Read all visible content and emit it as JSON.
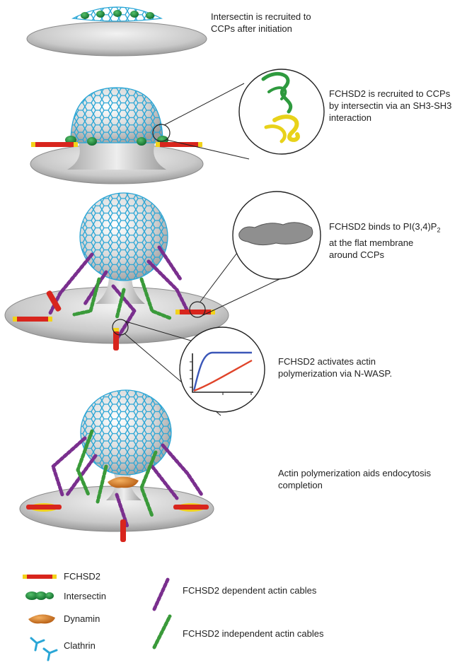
{
  "steps": [
    {
      "caption": [
        "Intersectin is recruited to",
        "CCPs after initiation"
      ]
    },
    {
      "caption": [
        "FCHSD2 is recruited to CCPs",
        "by intersectin via an SH3-SH3",
        "interaction"
      ]
    },
    {
      "caption": [
        "FCHSD2 binds to PI(3,4)P",
        "at the flat membrane",
        "around CCPs"
      ],
      "subscript": "2"
    },
    {
      "caption": [
        "FCHSD2 activates actin",
        "polymerization via N-WASP."
      ]
    },
    {
      "caption": [
        "Actin polymerization aids endocytosis",
        "completion"
      ]
    }
  ],
  "legend": {
    "fchsd2": "FCHSD2",
    "intersectin": "Intersectin",
    "dynamin": "Dynamin",
    "clathrin": "Clathrin",
    "dependent": "FCHSD2 dependent actin cables",
    "independent": "FCHSD2 independent actin cables"
  },
  "colors": {
    "clathrin": "#2aa6d6",
    "fchsd2": "#d8251d",
    "fchsd2_tip": "#f2d21a",
    "intersectin": "#1e8a3a",
    "dynamin": "#d9781c",
    "actin_dependent": "#7a2f8e",
    "actin_independent": "#3a9a3a",
    "membrane": "#c8c8c8",
    "curve_fast": "#3b57b8",
    "curve_slow": "#e0442a"
  }
}
